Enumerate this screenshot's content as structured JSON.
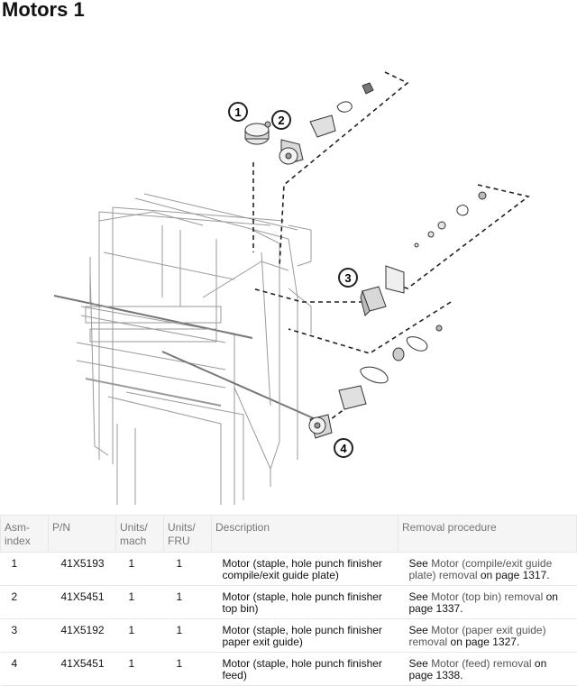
{
  "page": {
    "title": "Motors 1"
  },
  "diagram": {
    "callouts": [
      "1",
      "2",
      "3",
      "4"
    ]
  },
  "table": {
    "headers": {
      "asm_index": "Asm-\nindex",
      "pn": "P/N",
      "units_mach": "Units/\nmach",
      "units_fru": "Units/\nFRU",
      "description": "Description",
      "removal": "Removal procedure"
    },
    "rows": [
      {
        "index": "1",
        "pn": "41X5193",
        "units_mach": "1",
        "units_fru": "1",
        "description": "Motor (staple, hole punch finisher compile/exit guide plate)",
        "see": "See ",
        "link": "Motor (compile/exit guide plate) removal",
        "on": " on page 1317",
        "end": "."
      },
      {
        "index": "2",
        "pn": "41X5451",
        "units_mach": "1",
        "units_fru": "1",
        "description": "Motor (staple, hole punch finisher top bin)",
        "see": "See ",
        "link": "Motor (top bin) removal",
        "on": " on page 1337",
        "end": "."
      },
      {
        "index": "3",
        "pn": "41X5192",
        "units_mach": "1",
        "units_fru": "1",
        "description": "Motor (staple, hole punch finisher paper exit guide)",
        "see": "See ",
        "link": "Motor (paper exit guide) removal",
        "on": " on page 1327",
        "end": "."
      },
      {
        "index": "4",
        "pn": "41X5451",
        "units_mach": "1",
        "units_fru": "1",
        "description": "Motor (staple, hole punch finisher feed)",
        "see": "See ",
        "link": "Motor (feed) removal",
        "on": " on page 1338",
        "end": "."
      }
    ]
  }
}
